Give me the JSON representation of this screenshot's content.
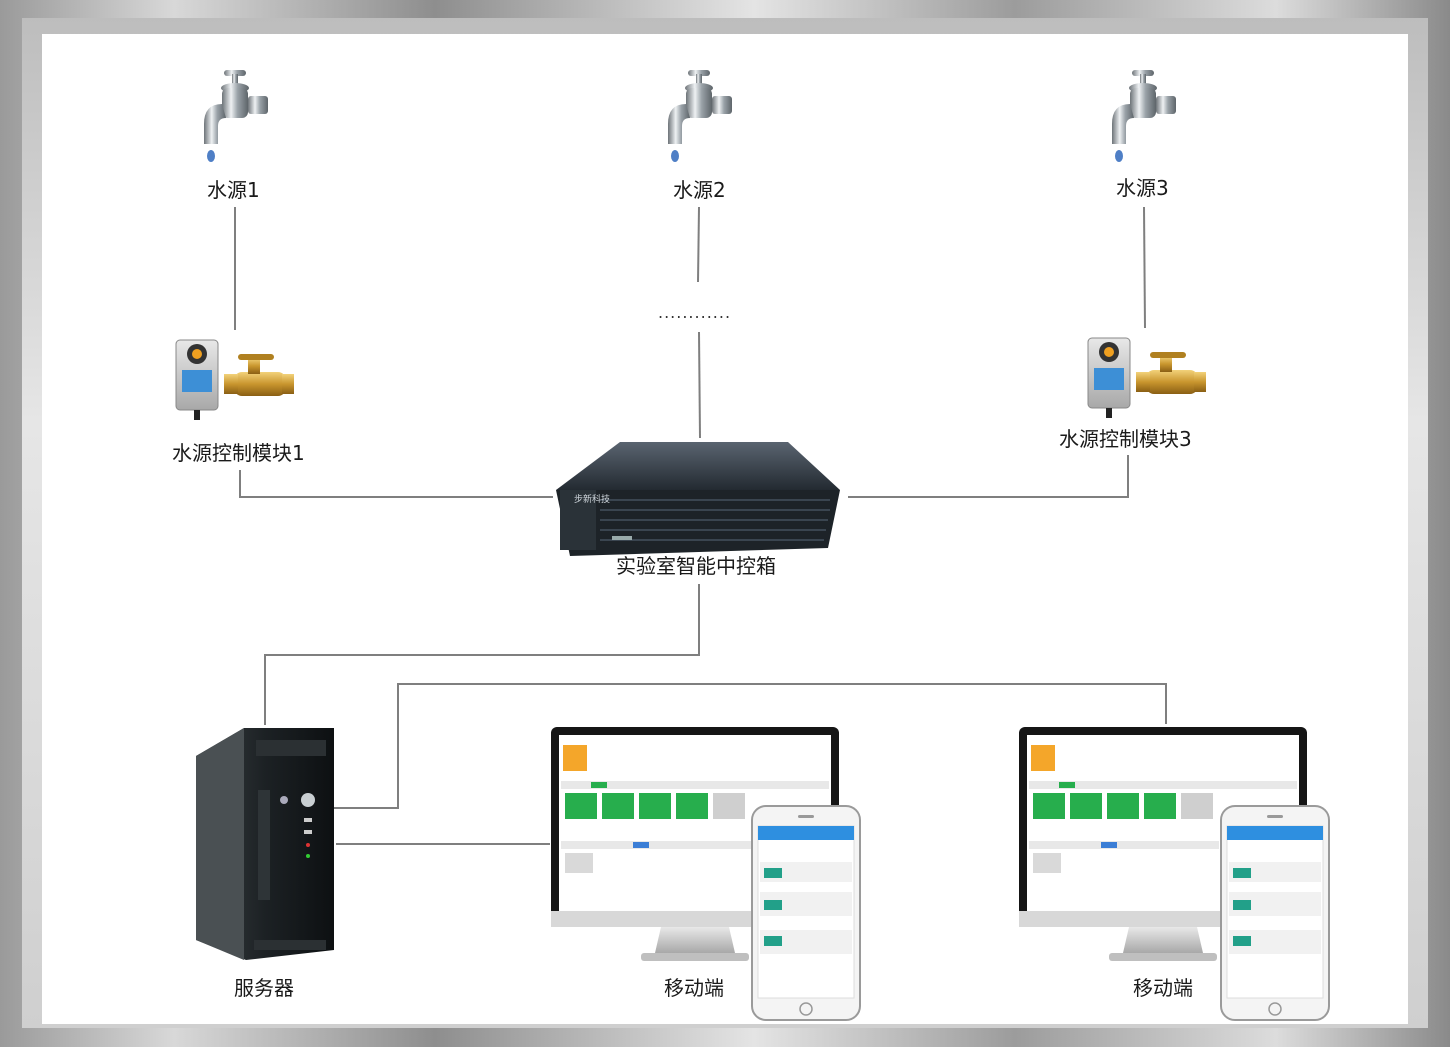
{
  "nodes": {
    "water_source_1": "水源1",
    "water_source_2": "水源2",
    "water_source_3": "水源3",
    "control_module_1": "水源控制模块1",
    "control_module_3": "水源控制模块3",
    "central_box": "实验室智能中控箱",
    "server": "服务器",
    "mobile_1": "移动端",
    "mobile_2": "移动端"
  },
  "box_brand": "步新科技",
  "ellipsis": "............"
}
